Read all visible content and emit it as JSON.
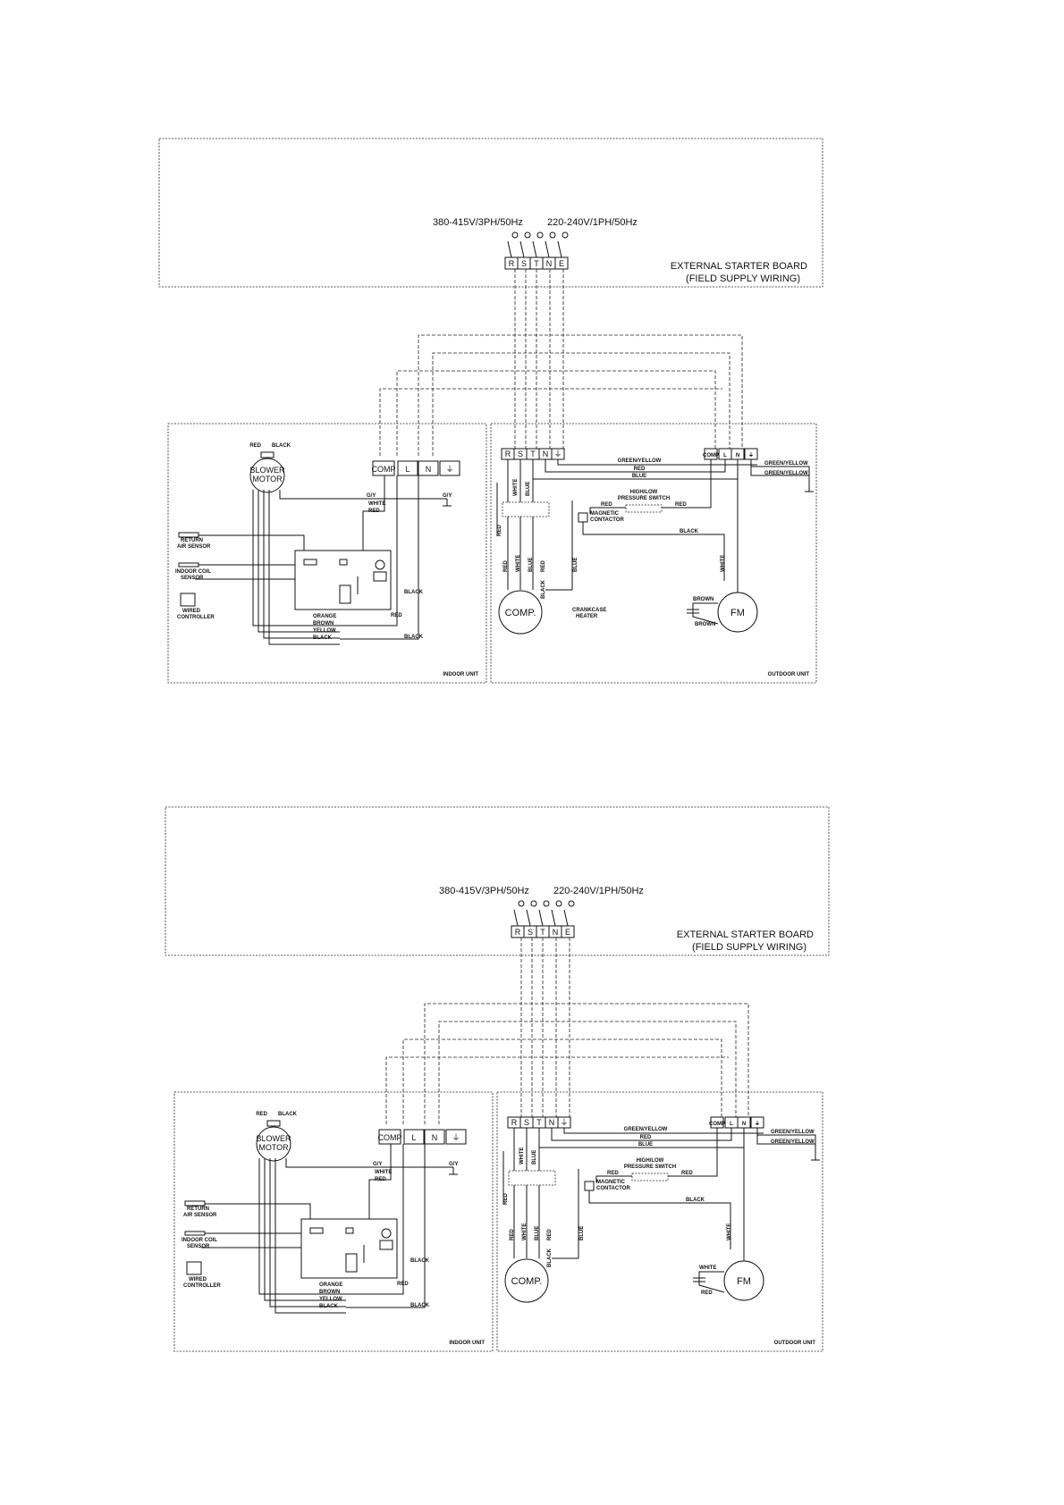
{
  "diagrams": [
    {
      "supply_3ph": "380-415V/3PH/50Hz",
      "supply_1ph": "220-240V/1PH/50Hz",
      "board_title": "EXTERNAL STARTER BOARD",
      "board_subtitle": "(FIELD SUPPLY WIRING)",
      "supply_terminals": [
        "R",
        "S",
        "T",
        "N",
        "E"
      ],
      "indoor_terminals": [
        "COMP",
        "L",
        "N",
        "⏚"
      ],
      "outdoor_terminals": [
        "R",
        "S",
        "T",
        "N",
        "⏚"
      ],
      "outdoor_right_terminals": [
        "COMP",
        "L",
        "N",
        "⏚"
      ],
      "blower_motor": [
        "BLOWER",
        "MOTOR"
      ],
      "indoor_sensors": [
        "RETURN",
        "AIR SENSOR",
        "INDOOR COIL",
        "SENSOR",
        "WIRED",
        "CONTROLLER"
      ],
      "indoor_wires": [
        "ORANGE",
        "BROWN",
        "YELLOW",
        "BLACK"
      ],
      "indoor_misc": [
        "RED",
        "BLACK",
        "G/Y",
        "WHITE",
        "RED",
        "BLACK",
        "RED",
        "BLACK"
      ],
      "outdoor_wires": [
        "GREEN/YELLOW",
        "RED",
        "BLUE",
        "GREEN/YELLOW",
        "GREEN/YELLOW"
      ],
      "pressure_switch": [
        "HIGH/LOW",
        "PRESSURE SWITCH"
      ],
      "contactor": [
        "MAGNETIC",
        "CONTACTOR"
      ],
      "comp_label": "COMP.",
      "fm_label": "FM",
      "crankcase": [
        "CRANKCASE",
        "HEATER"
      ],
      "fm_wires": [
        "BROWN",
        "BROWN"
      ],
      "outdoor_misc": [
        "RED",
        "WHITE",
        "BLUE",
        "RED",
        "WHITE",
        "BLUE",
        "RED",
        "BLACK",
        "BLUE",
        "RED",
        "RED",
        "BLACK",
        "WHITE",
        "BLACK",
        "BLUE"
      ],
      "indoor_unit": "INDOOR UNIT",
      "outdoor_unit": "OUTDOOR UNIT"
    },
    {
      "supply_3ph": "380-415V/3PH/50Hz",
      "supply_1ph": "220-240V/1PH/50Hz",
      "board_title": "EXTERNAL STARTER BOARD",
      "board_subtitle": "(FIELD SUPPLY WIRING)",
      "supply_terminals": [
        "R",
        "S",
        "T",
        "N",
        "E"
      ],
      "indoor_terminals": [
        "COMP",
        "L",
        "N",
        "⏚"
      ],
      "outdoor_terminals": [
        "R",
        "S",
        "T",
        "N",
        "⏚"
      ],
      "outdoor_right_terminals": [
        "COMP",
        "L",
        "N",
        "⏚"
      ],
      "blower_motor": [
        "BLOWER",
        "MOTOR"
      ],
      "indoor_sensors": [
        "RETURN",
        "AIR SENSOR",
        "INDOOR COIL",
        "SENSOR",
        "WIRED",
        "CONTROLLER"
      ],
      "indoor_wires": [
        "ORANGE",
        "BROWN",
        "YELLOW",
        "BLACK"
      ],
      "indoor_misc": [
        "RED",
        "BLACK",
        "G/Y",
        "WHITE",
        "RED",
        "BLACK",
        "RED",
        "BLACK"
      ],
      "outdoor_wires": [
        "GREEN/YELLOW",
        "RED",
        "BLUE",
        "GREEN/YELLOW",
        "GREEN/YELLOW"
      ],
      "pressure_switch": [
        "HIGH/LOW",
        "PRESSURE SWITCH"
      ],
      "contactor": [
        "MAGNETIC",
        "CONTACTOR"
      ],
      "comp_label": "COMP.",
      "fm_label": "FM",
      "crankcase": [
        "",
        ""
      ],
      "fm_wires": [
        "WHITE",
        "RED"
      ],
      "outdoor_misc": [
        "RED",
        "WHITE",
        "BLUE",
        "RED",
        "WHITE",
        "BLUE",
        "RED",
        "BLACK",
        "BLUE",
        "RED",
        "RED",
        "BLACK",
        "WHITE",
        "BLACK",
        "BLUE"
      ],
      "indoor_unit": "INDOOR UNIT",
      "outdoor_unit": "OUTDOOR UNIT"
    }
  ]
}
